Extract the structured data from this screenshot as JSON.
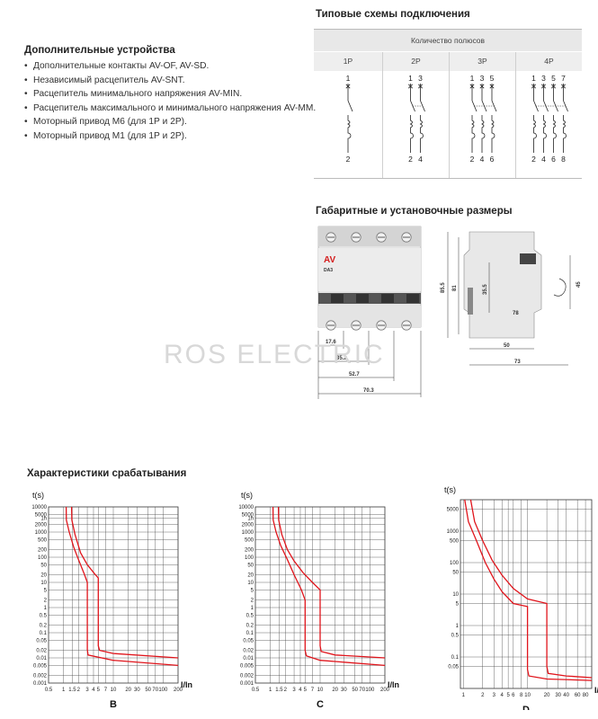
{
  "accessories": {
    "title": "Дополнительные устройства",
    "items": [
      "Дополнительные  контакты AV-OF, AV-SD.",
      "Независимый расцепитель  AV-SNT.",
      "Расцепитель минимального напряжения AV-MIN.",
      "Расцепитель максимального и минимального напряжения AV-MM.",
      "Моторный привод М6 (для 1Р и 2Р).",
      "Моторный привод М1 (для 1Р и 2Р)."
    ]
  },
  "wiring": {
    "title": "Типовые схемы подключения",
    "poles_header": "Количество полюсов",
    "columns": [
      {
        "label": "1P",
        "top": [
          "1"
        ],
        "bottom": [
          "2"
        ]
      },
      {
        "label": "2P",
        "top": [
          "1",
          "3"
        ],
        "bottom": [
          "2",
          "4"
        ]
      },
      {
        "label": "3P",
        "top": [
          "1",
          "3",
          "5"
        ],
        "bottom": [
          "2",
          "4",
          "6"
        ]
      },
      {
        "label": "4P",
        "top": [
          "1",
          "3",
          "5",
          "7"
        ],
        "bottom": [
          "2",
          "4",
          "6",
          "8"
        ]
      }
    ]
  },
  "dimensions": {
    "title": "Габаритные и установочные размеры",
    "brand": "AV",
    "model": "DA3",
    "width_labels": [
      "17.6",
      "35.2",
      "52.7",
      "70.3"
    ],
    "side_labels": [
      "85.5",
      "81",
      "35.5",
      "45",
      "78",
      "50",
      "73"
    ]
  },
  "watermark": "ROS ELECTRIC",
  "tripping": {
    "title": "Характеристики срабатывания",
    "y_label": "t(s)",
    "x_label": "I/In"
  },
  "chart_data": [
    {
      "type": "line",
      "name": "B",
      "title": "B",
      "ylabel": "t(s)",
      "xlabel": "I/In",
      "x_scale": "log",
      "y_scale": "log",
      "xlim": [
        0.5,
        200
      ],
      "ylim": [
        0.001,
        10000
      ],
      "x_ticks": [
        0.5,
        1,
        1.5,
        2,
        3,
        4,
        5,
        7,
        10,
        20,
        30,
        50,
        70,
        100,
        200
      ],
      "x_tick_labels": [
        "0.5",
        "1",
        "1.5",
        "2",
        "3",
        "4",
        "5",
        "7",
        "10",
        "20",
        "30",
        "50",
        "70",
        "100",
        "200"
      ],
      "y_ticks": [
        10000,
        5000,
        3600,
        2000,
        1000,
        500,
        200,
        100,
        50,
        20,
        10,
        5,
        2,
        1,
        0.5,
        0.2,
        0.1,
        0.05,
        0.02,
        0.01,
        0.005,
        0.002,
        0.001
      ],
      "y_tick_labels": [
        "10000",
        "5000",
        "1h",
        "2000",
        "1000",
        "500",
        "200",
        "100",
        "50",
        "20",
        "10",
        "5",
        "2",
        "1",
        "0.5",
        "0.2",
        "0.1",
        "0.05",
        "0.02",
        "0.01",
        "0.005",
        "0.002",
        "0.001"
      ],
      "grid": true,
      "series": [
        {
          "x": [
            1.13,
            1.14,
            1.3,
            1.6,
            2.0,
            2.6,
            3.0,
            3.0,
            3.1,
            10,
            200
          ],
          "y": [
            10000,
            3000,
            1000,
            250,
            80,
            22,
            10,
            0.022,
            0.013,
            0.008,
            0.005
          ]
        },
        {
          "x": [
            1.45,
            1.47,
            1.7,
            2.2,
            3.0,
            4.2,
            5.0,
            5.0,
            5.3,
            10,
            200
          ],
          "y": [
            10000,
            3000,
            800,
            150,
            50,
            22,
            15,
            0.03,
            0.02,
            0.015,
            0.01
          ]
        }
      ]
    },
    {
      "type": "line",
      "name": "C",
      "title": "C",
      "ylabel": "t(s)",
      "xlabel": "I/In",
      "x_scale": "log",
      "y_scale": "log",
      "xlim": [
        0.5,
        200
      ],
      "ylim": [
        0.001,
        10000
      ],
      "x_ticks": [
        0.5,
        1,
        1.5,
        2,
        3,
        4,
        5,
        7,
        10,
        20,
        30,
        50,
        70,
        100,
        200
      ],
      "x_tick_labels": [
        "0.5",
        "1",
        "1.5",
        "2",
        "3",
        "4",
        "5",
        "7",
        "10",
        "20",
        "30",
        "50",
        "70",
        "100",
        "200"
      ],
      "y_ticks": [
        10000,
        5000,
        3600,
        2000,
        1000,
        500,
        200,
        100,
        50,
        20,
        10,
        5,
        2,
        1,
        0.5,
        0.2,
        0.1,
        0.05,
        0.02,
        0.01,
        0.005,
        0.002,
        0.001
      ],
      "y_tick_labels": [
        "10000",
        "5000",
        "1h",
        "2000",
        "1000",
        "500",
        "200",
        "100",
        "50",
        "20",
        "10",
        "5",
        "2",
        "1",
        "0.5",
        "0.2",
        "0.1",
        "0.05",
        "0.02",
        "0.01",
        "0.005",
        "0.002",
        "0.001"
      ],
      "grid": true,
      "series": [
        {
          "x": [
            1.13,
            1.14,
            1.3,
            1.6,
            2.2,
            3.0,
            4.2,
            5.0,
            5.0,
            5.3,
            10,
            200
          ],
          "y": [
            10000,
            3000,
            1000,
            300,
            80,
            20,
            5,
            2,
            0.02,
            0.012,
            0.008,
            0.005
          ]
        },
        {
          "x": [
            1.45,
            1.47,
            1.7,
            2.2,
            3.0,
            4.5,
            7.0,
            10,
            10,
            10.5,
            20,
            200
          ],
          "y": [
            10000,
            3000,
            800,
            200,
            70,
            25,
            10,
            5,
            0.03,
            0.018,
            0.013,
            0.01
          ]
        }
      ]
    },
    {
      "type": "line",
      "name": "D",
      "title": "D",
      "ylabel": "t(s)",
      "xlabel": "I/In",
      "x_scale": "log",
      "y_scale": "log",
      "xlim": [
        0.9,
        100
      ],
      "ylim": [
        0.01,
        10000
      ],
      "x_ticks": [
        1,
        2,
        3,
        4,
        5,
        6,
        8,
        10,
        20,
        30,
        40,
        60,
        80,
        100
      ],
      "x_tick_labels": [
        "1",
        "2",
        "3",
        "4",
        "5",
        "6",
        "8",
        "10",
        "20",
        "30",
        "40",
        "60",
        "80"
      ],
      "y_ticks": [
        5000,
        1000,
        500,
        100,
        50,
        10,
        5,
        1,
        0.5,
        0.1,
        0.05
      ],
      "y_tick_labels": [
        "5000",
        "1000",
        "500",
        "100",
        "50",
        "10",
        "5",
        "1",
        "0.5",
        "0.1",
        "0.05"
      ],
      "grid": true,
      "series": [
        {
          "x": [
            1.05,
            1.2,
            1.6,
            2.2,
            3.0,
            4.0,
            6.0,
            10,
            10,
            10.5,
            20,
            100
          ],
          "y": [
            10000,
            2000,
            500,
            100,
            30,
            12,
            5,
            4,
            0.04,
            0.025,
            0.02,
            0.018
          ]
        },
        {
          "x": [
            1.3,
            1.5,
            2.0,
            2.8,
            4.0,
            6.0,
            10,
            20,
            20,
            21,
            40,
            100
          ],
          "y": [
            10000,
            2000,
            500,
            120,
            40,
            15,
            7,
            5,
            0.05,
            0.03,
            0.025,
            0.022
          ]
        }
      ]
    }
  ]
}
